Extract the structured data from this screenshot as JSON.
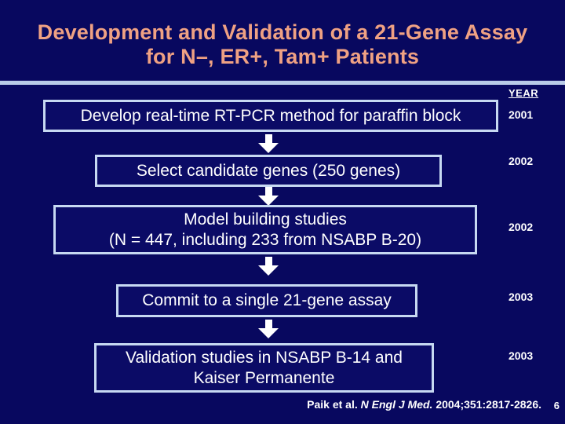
{
  "slide": {
    "title": {
      "line1": "Development and Validation of a 21-Gene Assay",
      "line2": "for N–, ER+, Tam+ Patients"
    },
    "colors": {
      "background": "#08085F",
      "title_text": "#EFA183",
      "box_border": "#C7D9F2",
      "divider": "#B9CBE8",
      "body_text": "#FFFFFF"
    },
    "year_column": {
      "header": "YEAR"
    },
    "flow": {
      "steps": [
        {
          "lines": [
            "Develop real-time RT-PCR method for paraffin block"
          ],
          "year": "2001"
        },
        {
          "lines": [
            "Select candidate genes (250 genes)"
          ],
          "year": "2002"
        },
        {
          "lines": [
            "Model building studies",
            "(N = 447, including 233 from NSABP B-20)"
          ],
          "year": "2002"
        },
        {
          "lines": [
            "Commit to a single 21-gene assay"
          ],
          "year": "2003"
        },
        {
          "lines": [
            "Validation studies in NSABP B-14 and",
            "Kaiser Permanente"
          ],
          "year": "2003"
        }
      ]
    },
    "citation": {
      "authors": "Paik et al. ",
      "journal": "N Engl J Med. ",
      "reference": "2004;351:2817-2826."
    },
    "slide_number": "6"
  }
}
